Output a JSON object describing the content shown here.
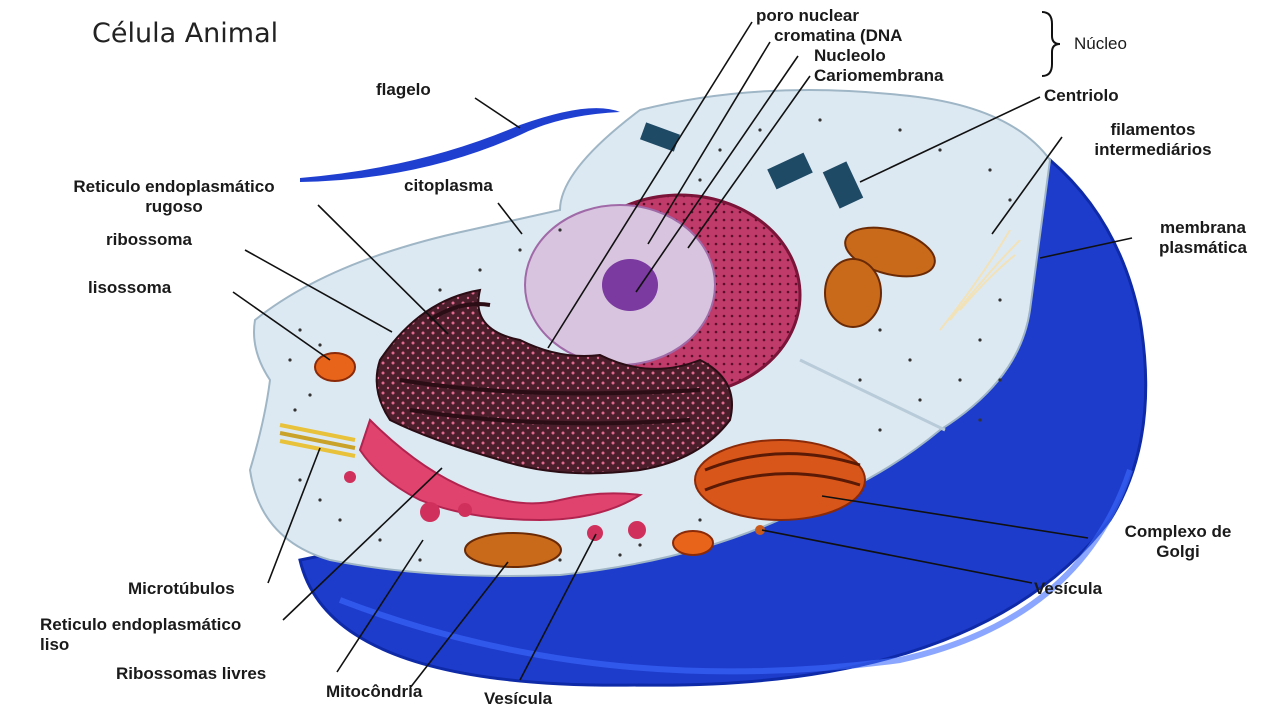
{
  "title": "Célula Animal",
  "labels": {
    "poro_nuclear": "poro nuclear",
    "cromatina": "cromatina (DNA",
    "nucleolo": "Nucleolo",
    "cariomembrana": "Cariomembrana",
    "nucleo": "Núcleo",
    "centriolo": "Centriolo",
    "flagelo": "flagelo",
    "filamentos_1": "filamentos",
    "filamentos_2": "intermediários",
    "reticulo_rugoso_1": "Reticulo endoplasmático",
    "reticulo_rugoso_2": "rugoso",
    "citoplasma": "citoplasma",
    "ribossoma": "ribossoma",
    "membrana_1": "membrana",
    "membrana_2": "plasmática",
    "lisossoma": "lisossoma",
    "complexo_1": "Complexo de",
    "complexo_2": "Golgi",
    "vesicula_right": "Vesícula",
    "microtubulos": "Microtúbulos",
    "reticulo_liso_1": "Reticulo endoplasmático",
    "reticulo_liso_2": "liso",
    "ribossomas_livres": "Ribossomas livres",
    "mitocondria": "Mitocôndria",
    "vesicula_bottom": "Vesícula"
  },
  "colors": {
    "membrane": "#1f3fd1",
    "membrane_dark": "#0e2aa8",
    "cytoplasm": "#dce9f2",
    "nucleus": "#c43a6a",
    "rer": "#3b1a22",
    "ser": "#e0436e",
    "golgi": "#d8561a",
    "mitochondria": "#c96a1a",
    "centriole": "#1f4a66"
  }
}
